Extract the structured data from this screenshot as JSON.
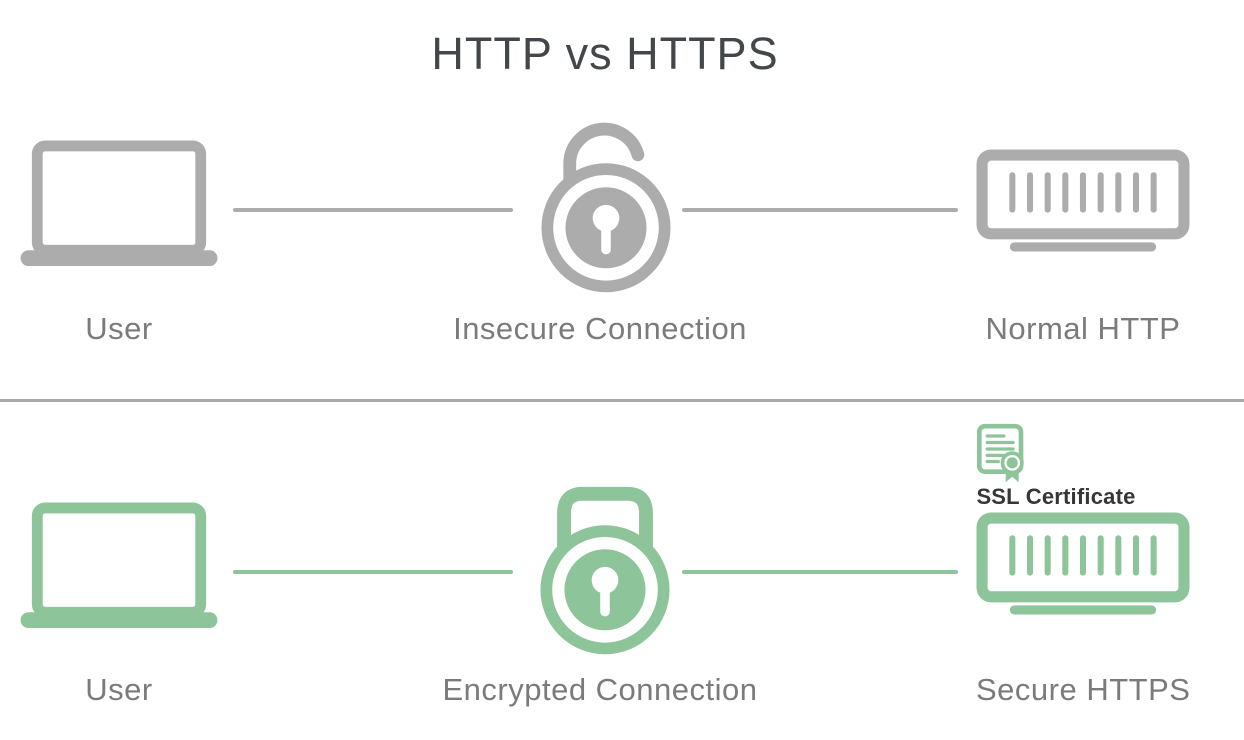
{
  "title": "HTTP vs HTTPS",
  "colors": {
    "background": "#ffffff",
    "gray_icon": "#acacac",
    "green_icon": "#8ec49a",
    "label_text": "#7b7b7b",
    "title_text": "#43474a",
    "ssl_label_text": "#363636",
    "divider": "#a9a9a9"
  },
  "http_row": {
    "user_label": "User",
    "connection_label": "Insecure Connection",
    "server_label": "Normal HTTP"
  },
  "https_row": {
    "user_label": "User",
    "connection_label": "Encrypted Connection",
    "certificate_label": "SSL Certificate",
    "server_label": "Secure HTTPS"
  },
  "icons": {
    "http_row": [
      "laptop-icon",
      "open-padlock-icon",
      "server-icon"
    ],
    "https_row": [
      "laptop-icon",
      "closed-padlock-icon",
      "certificate-icon",
      "server-icon"
    ]
  }
}
